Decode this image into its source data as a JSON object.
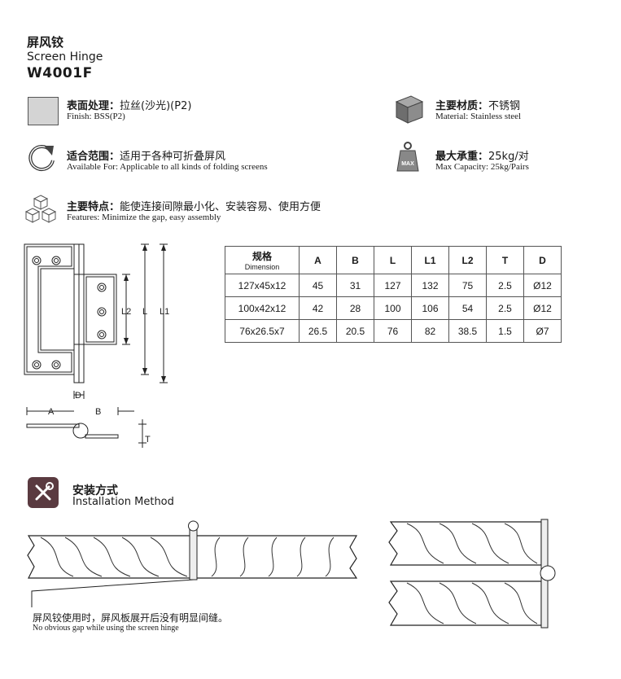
{
  "header": {
    "title_cn": "屏风铰",
    "title_en": "Screen Hinge",
    "model": "W4001F"
  },
  "features": {
    "finish": {
      "label_cn": "表面处理：",
      "value_cn": "拉丝(沙光)(P2)",
      "en": "Finish: BSS(P2)",
      "icon": "square-swatch-icon",
      "color": "#d4d4d4"
    },
    "material": {
      "label_cn": "主要材质：",
      "value_cn": "不锈钢",
      "en": "Material: Stainless steel",
      "icon": "cube-icon"
    },
    "usage": {
      "label_cn": "适合范围：",
      "value_cn": "适用于各种可折叠屏风",
      "en": "Available For: Applicable to all kinds of folding screens",
      "icon": "rotate-arrow-icon"
    },
    "capacity": {
      "label_cn": "最大承重：",
      "value_cn": "25kg/对",
      "en": "Max Capacity: 25kg/Pairs",
      "icon": "weight-icon",
      "icon_text": "MAX"
    },
    "characteristics": {
      "label_cn": "主要特点：",
      "value_cn": "能使连接间隙最小化、安装容易、使用方便",
      "en": "Features: Minimize the gap, easy assembly",
      "icon": "cubes-icon"
    }
  },
  "diagram": {
    "labels": {
      "L2": "L2",
      "L": "L",
      "L1": "L1",
      "D": "D",
      "A": "A",
      "B": "B",
      "T": "T"
    }
  },
  "spec_table": {
    "header_cn": "规格",
    "header_en": "Dimension",
    "columns": [
      "A",
      "B",
      "L",
      "L1",
      "L2",
      "T",
      "D"
    ],
    "rows": [
      [
        "127x45x12",
        "45",
        "31",
        "127",
        "132",
        "75",
        "2.5",
        "Ø12"
      ],
      [
        "100x42x12",
        "42",
        "28",
        "100",
        "106",
        "54",
        "2.5",
        "Ø12"
      ],
      [
        "76x26.5x7",
        "26.5",
        "20.5",
        "76",
        "82",
        "38.5",
        "1.5",
        "Ø7"
      ]
    ]
  },
  "installation": {
    "title_cn": "安装方式",
    "title_en": "Installation Method",
    "icon": "tools-icon",
    "icon_color": "#5a3a40",
    "caption_cn": "屏风铰使用时，屏风板展开后没有明显间缝。",
    "caption_en": "No obvious gap while using the screen hinge"
  }
}
